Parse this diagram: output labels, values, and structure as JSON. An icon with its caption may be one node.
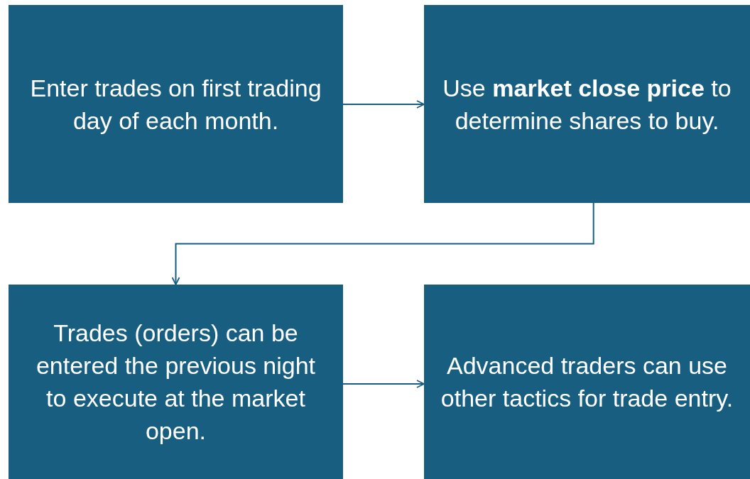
{
  "diagram": {
    "nodes": [
      {
        "text": [
          "Enter trades on first trading day of each month."
        ]
      },
      {
        "text": [
          "Use **market close price** to determine shares to buy."
        ]
      },
      {
        "text": [
          "Trades (orders) can be entered the previous night to execute at the market open."
        ]
      },
      {
        "text": [
          "Advanced traders can use other tactics for trade entry."
        ]
      }
    ],
    "edges": [
      {
        "from": 0,
        "to": 1,
        "arrow": "to"
      },
      {
        "from": 1,
        "to": 2,
        "arrow": "to"
      },
      {
        "from": 2,
        "to": 3,
        "arrow": "to"
      }
    ]
  }
}
